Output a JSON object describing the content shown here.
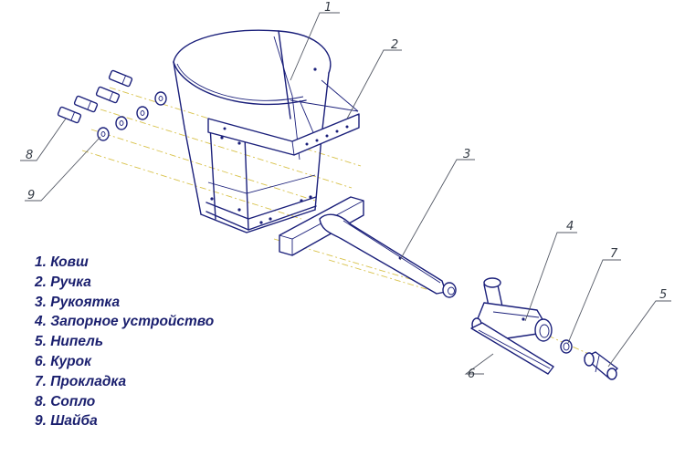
{
  "callouts": [
    "1",
    "2",
    "3",
    "4",
    "5",
    "6",
    "7",
    "8",
    "9"
  ],
  "legend": [
    "1. Ковш",
    "2. Ручка",
    "3. Рукоятка",
    "4. Запорное устройство",
    "5. Нипель",
    "6. Курок",
    "7. Прокладка",
    "8. Сопло",
    "9. Шайба"
  ],
  "colors": {
    "line": "#1a1f7a",
    "legend_text": "#1a1f6e",
    "axis_dash": "#d8c24a",
    "leader": "#555a66"
  }
}
